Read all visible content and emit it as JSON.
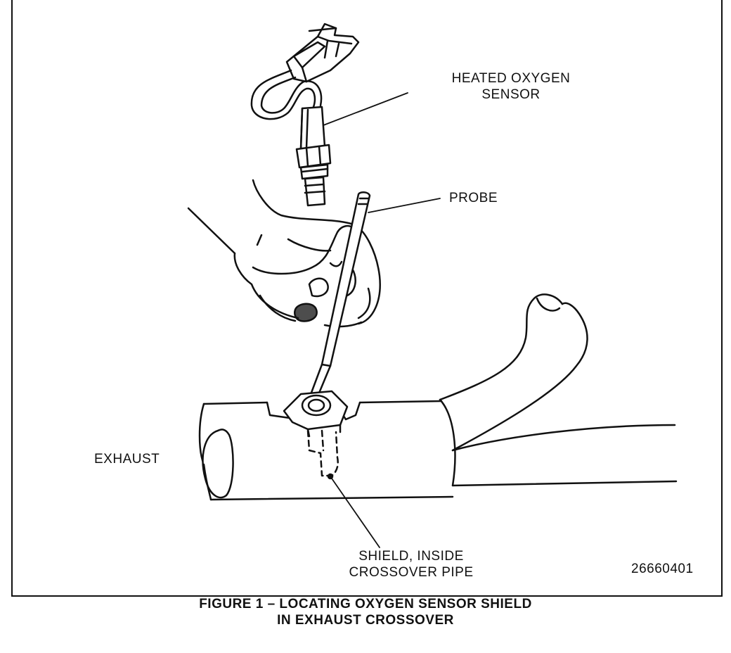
{
  "labels": {
    "heated_oxygen_sensor": [
      "HEATED OXYGEN",
      "SENSOR"
    ],
    "probe": "PROBE",
    "exhaust": "EXHAUST",
    "shield": [
      "SHIELD, INSIDE",
      "CROSSOVER PIPE"
    ],
    "part_number": "26660401"
  },
  "caption": [
    "FIGURE 1 – LOCATING OXYGEN SENSOR SHIELD",
    "IN EXHAUST CROSSOVER"
  ]
}
